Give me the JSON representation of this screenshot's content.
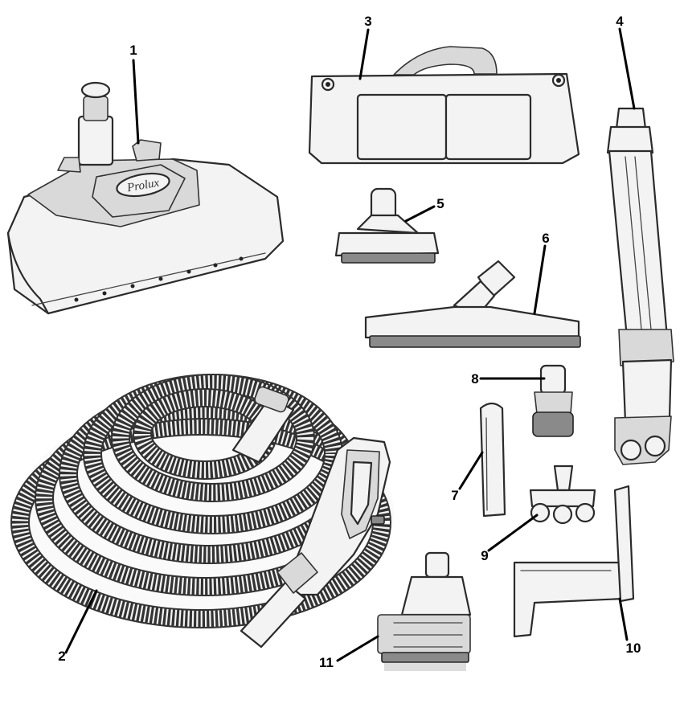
{
  "callouts": [
    {
      "id": "1",
      "label": "1"
    },
    {
      "id": "2",
      "label": "2"
    },
    {
      "id": "3",
      "label": "3"
    },
    {
      "id": "4",
      "label": "4"
    },
    {
      "id": "5",
      "label": "5"
    },
    {
      "id": "6",
      "label": "6"
    },
    {
      "id": "7",
      "label": "7"
    },
    {
      "id": "8",
      "label": "8"
    },
    {
      "id": "9",
      "label": "9"
    },
    {
      "id": "10",
      "label": "10"
    },
    {
      "id": "11",
      "label": "11"
    }
  ],
  "powerhead_logo": "Prolux"
}
